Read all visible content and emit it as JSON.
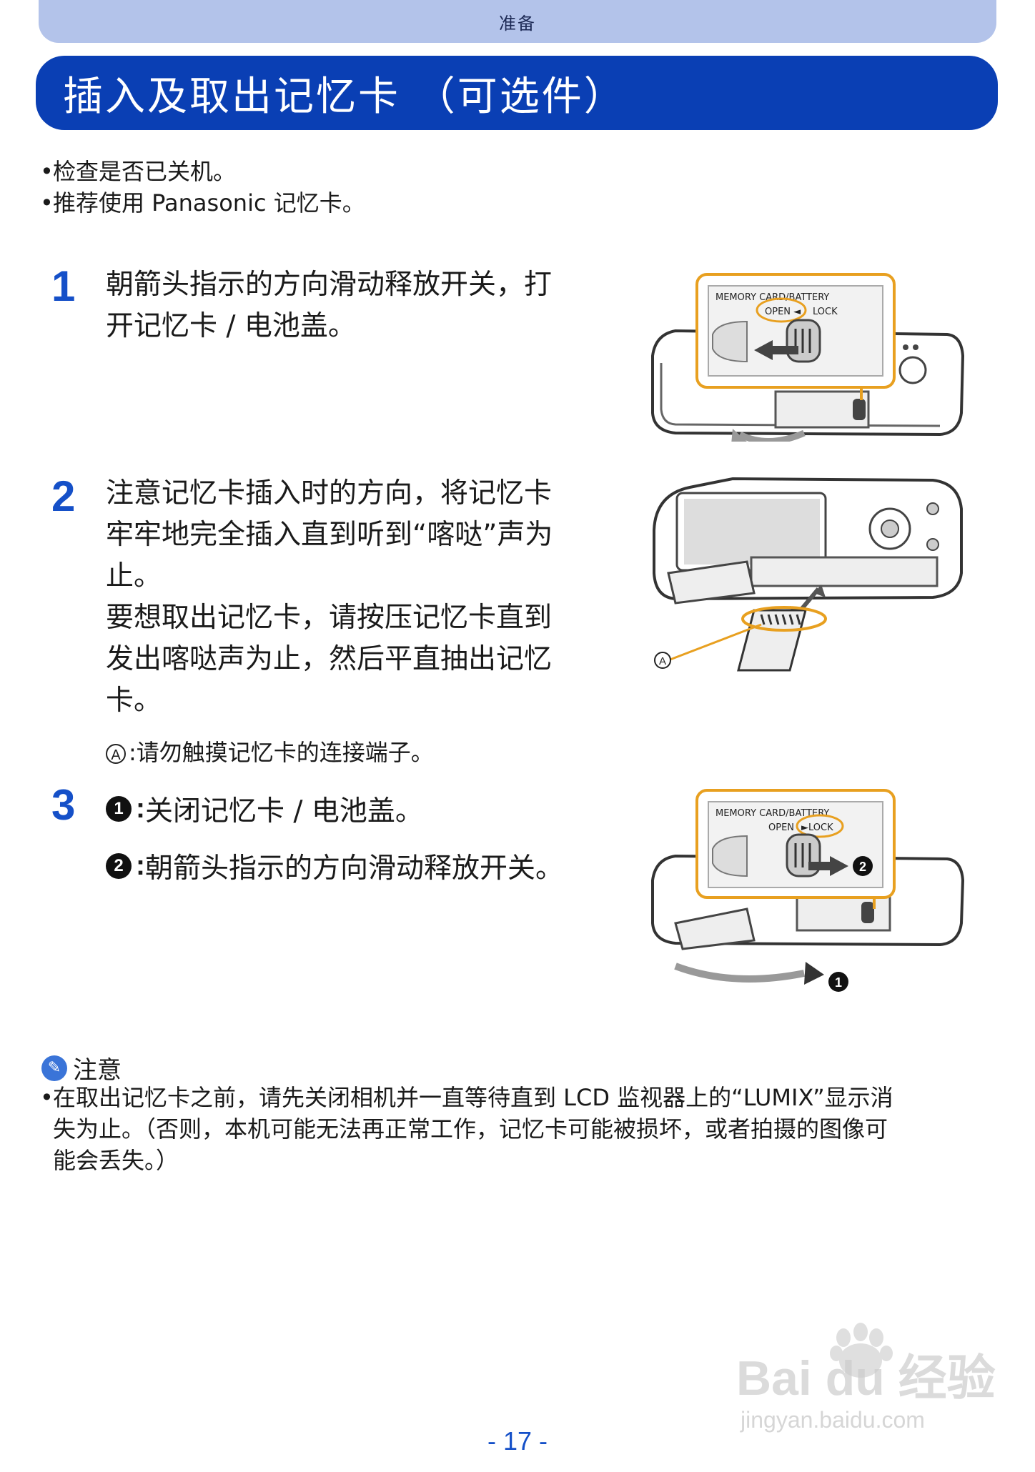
{
  "header": {
    "section": "准备",
    "title": "插入及取出记忆卡 （可选件）"
  },
  "prechecks": [
    "检查是否已关机。",
    "推荐使用 Panasonic 记忆卡。"
  ],
  "steps": [
    {
      "number": "1",
      "lines": [
        "朝箭头指示的方向滑动释放开关，打",
        "开记忆卡 / 电池盖。"
      ]
    },
    {
      "number": "2",
      "lines": [
        "注意记忆卡插入时的方向，将记忆卡",
        "牢牢地完全插入直到听到“喀哒”声为",
        "止。",
        "要想取出记忆卡，请按压记忆卡直到",
        "发出喀哒声为止，然后平直抽出记忆",
        "卡。"
      ],
      "note_marker": "A",
      "note": ":请勿触摸记忆卡的连接端子。"
    },
    {
      "number": "3",
      "sub": [
        {
          "marker": "1",
          "text": "关闭记忆卡 / 电池盖。"
        },
        {
          "marker": "2",
          "text": "朝箭头指示的方向滑动释放开关。"
        }
      ]
    }
  ],
  "illustrations": {
    "step1": {
      "label1": "MEMORY CARD/BATTERY",
      "label2": "OPEN ◄",
      "label3": "LOCK"
    },
    "step2": {
      "marker": "A"
    },
    "step3": {
      "label1": "MEMORY CARD/BATTERY",
      "label2": "OPEN",
      "label3": "►LOCK",
      "marker1": "1",
      "marker2": "2"
    }
  },
  "caution": {
    "heading": "注意",
    "lines": [
      "在取出记忆卡之前，请先关闭相机并一直等待直到 LCD 监视器上的“LUMIX”显示消",
      "失为止。（否则，本机可能无法再正常工作，记忆卡可能被损坏，或者拍摄的图像可",
      "能会丢失。）"
    ]
  },
  "page_number": "- 17 -",
  "watermark": {
    "brand": "Bai du 经验",
    "url": "jingyan.baidu.com"
  },
  "colors": {
    "title_bar": "#0a3fb4",
    "section_tab": "#b3c3ea",
    "accent": "#e8a020",
    "step_number": "#1550c8"
  }
}
